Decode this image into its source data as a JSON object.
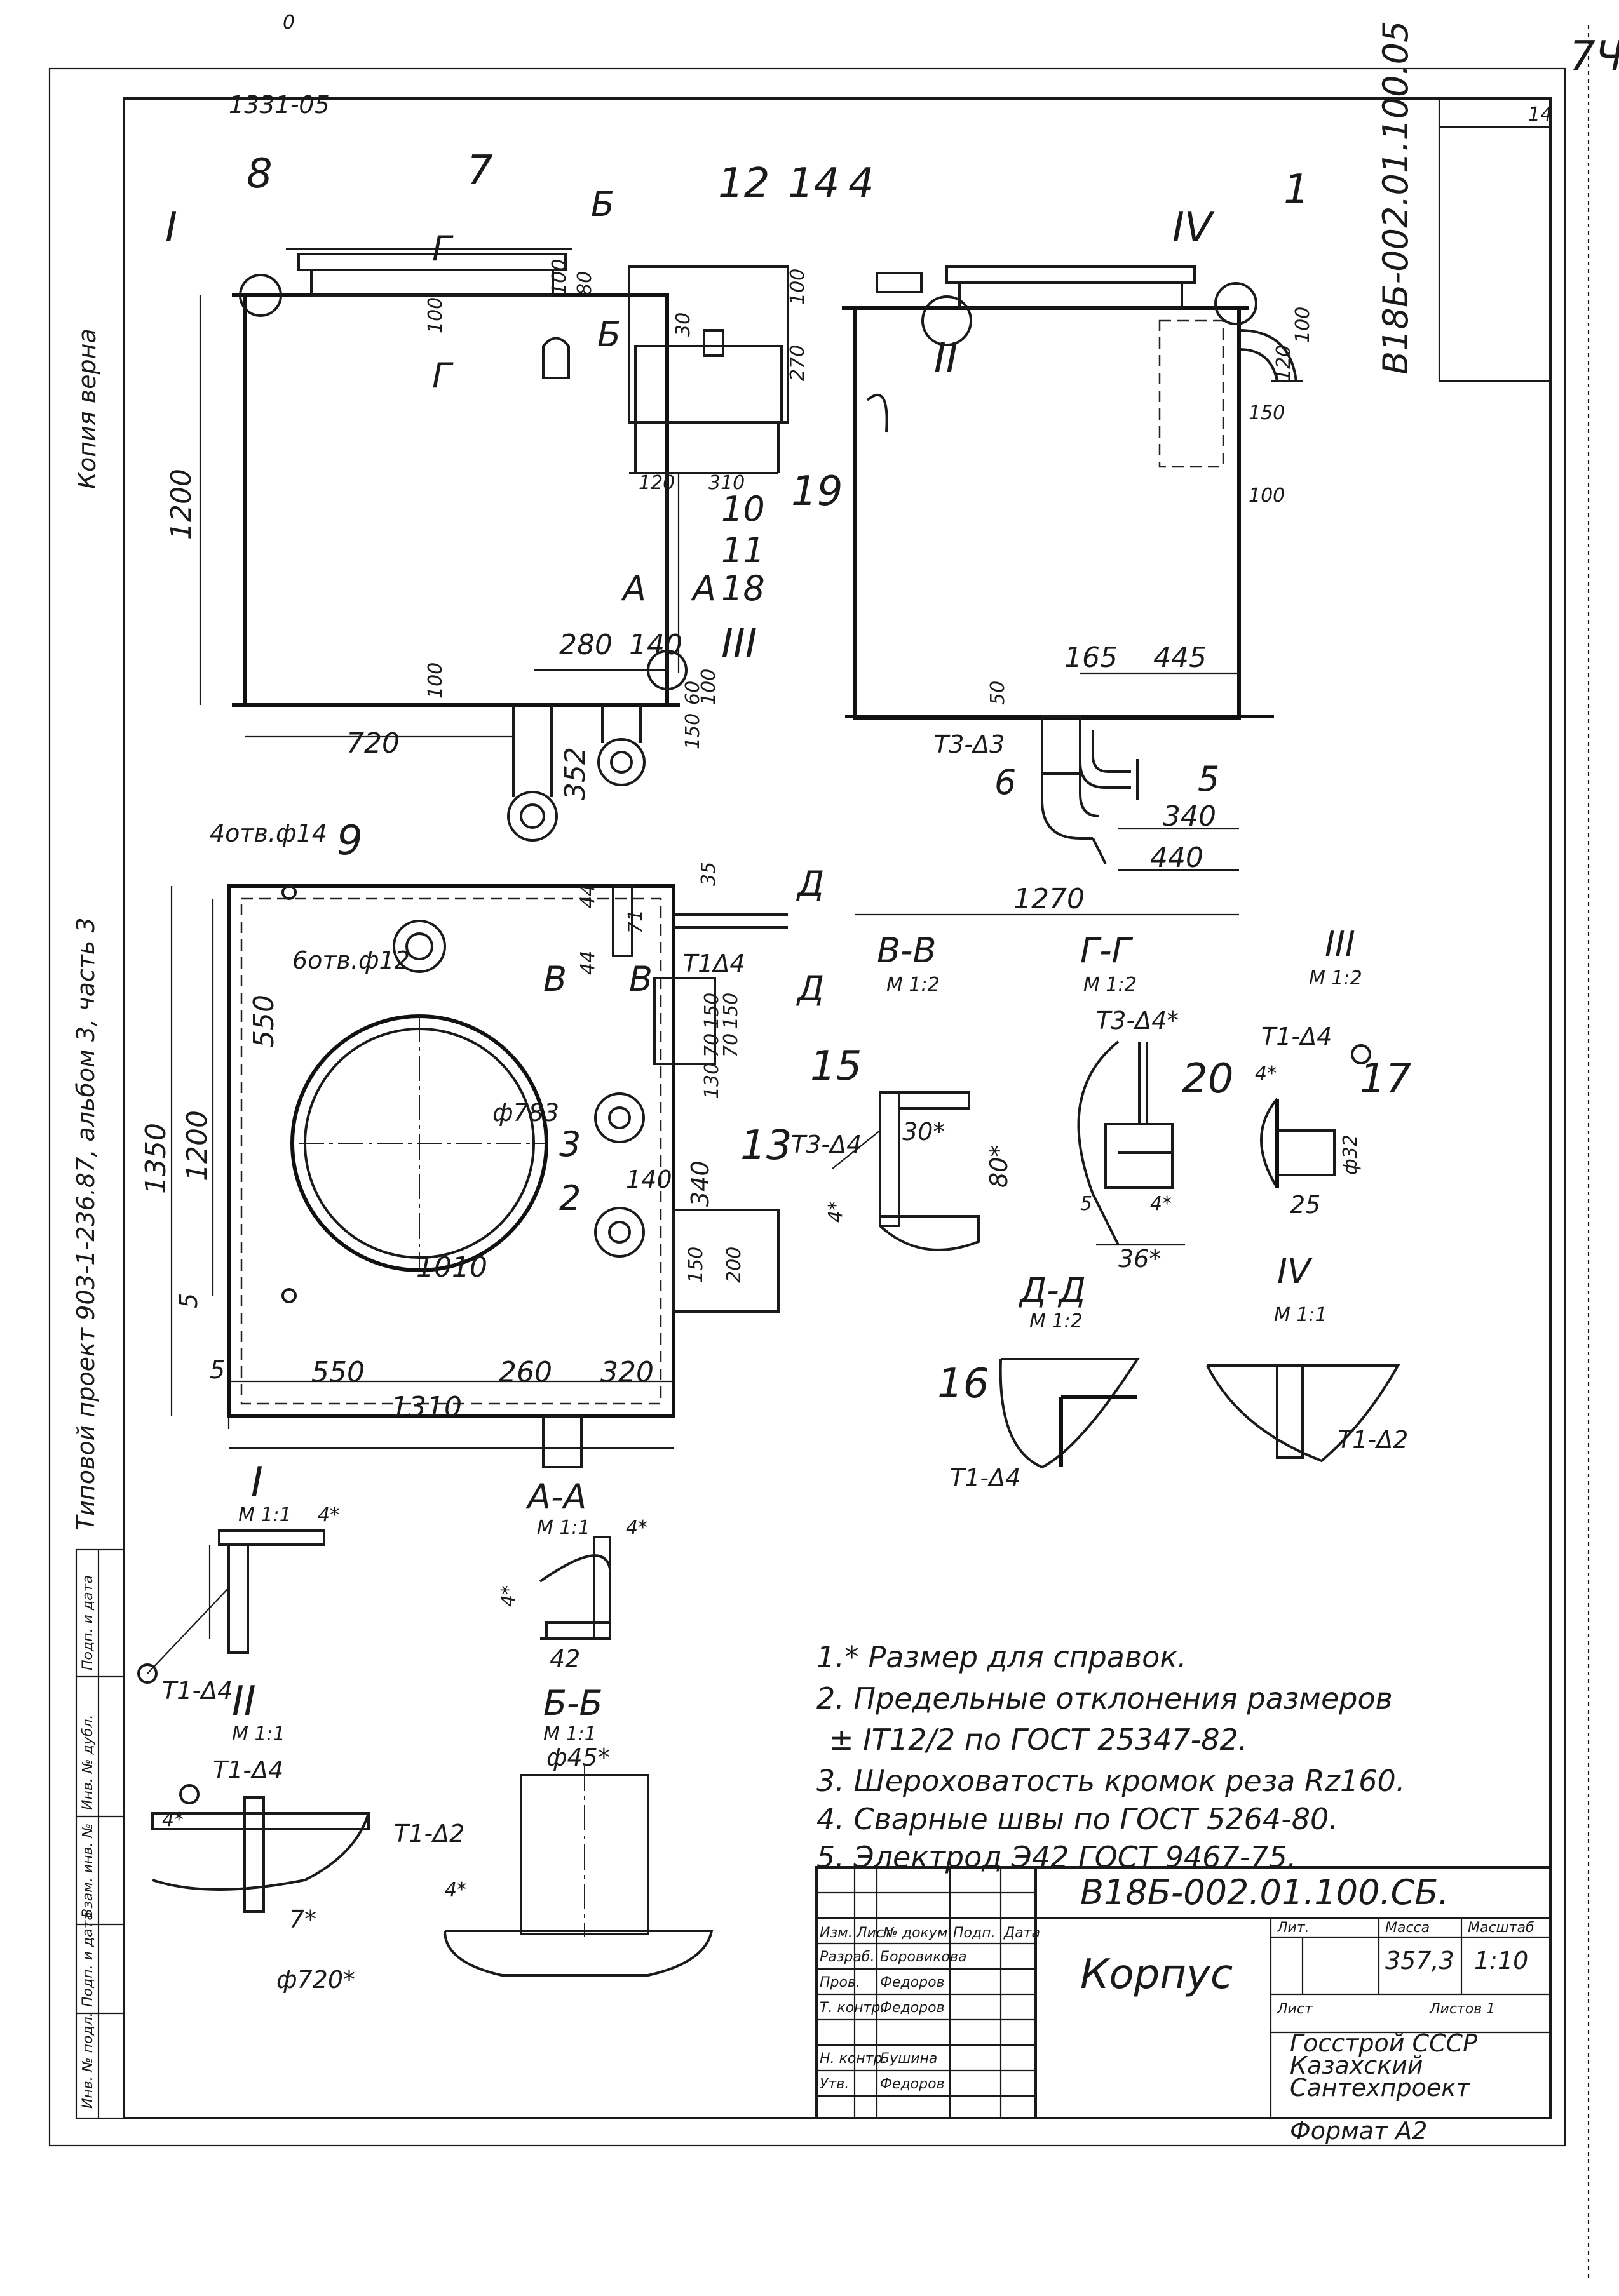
{
  "sheet": {
    "top_code": "1331-05",
    "top_right_code": "В18Б-002.01.100.05",
    "sheet_no": "14",
    "corner_mark": "7Ч",
    "top_o": "0",
    "left_vertical_top": "Копия верна",
    "left_vertical_bottom": "Типовой проект 903-1-236.87, альбом 3, часть 3",
    "left_stamp_cols": [
      "Инв. № подл.",
      "Подп. и дата",
      "Взам. инв. №",
      "Инв. № дубл.",
      "Подп. и дата"
    ]
  },
  "top_left_view": {
    "dims": [
      "1200",
      "720",
      "280",
      "140",
      "100",
      "100",
      "120",
      "310",
      "100",
      "80",
      "30",
      "270",
      "100",
      "60",
      "100",
      "150",
      "352"
    ],
    "callouts": [
      "8",
      "7",
      "12",
      "14",
      "10",
      "11",
      "18"
    ],
    "section_marks": [
      "I",
      "III",
      "Б",
      "Б",
      "Г",
      "Г",
      "А",
      "А"
    ]
  },
  "top_right_view": {
    "dims": [
      "120",
      "100",
      "150",
      "100",
      "165",
      "445",
      "50",
      "340",
      "440",
      "1270"
    ],
    "callouts": [
      "4",
      "1",
      "19",
      "5",
      "6"
    ],
    "section_marks": [
      "IV",
      "II"
    ],
    "weld": "Т3-Δ3"
  },
  "plan_view": {
    "holes_4": "4отв.ф14",
    "holes_6": "6отв.ф12",
    "diam": "ф783",
    "dims": [
      "1350",
      "1200",
      "550",
      "1010",
      "1310",
      "550",
      "260",
      "320",
      "5",
      "5",
      "140",
      "340",
      "150",
      "200",
      "35",
      "44",
      "71",
      "44",
      "130",
      "70",
      "150",
      "70",
      "150"
    ],
    "callouts": [
      "9",
      "3",
      "2",
      "13"
    ],
    "weld": "Т1Δ4",
    "section_marks": [
      "В",
      "В",
      "Д",
      "Д"
    ]
  },
  "sections": {
    "vv": {
      "title": "В-В",
      "scale": "М 1:2",
      "weld": "Т3-Δ4",
      "callout": "15",
      "dims": [
        "30*",
        "80*",
        "4*"
      ]
    },
    "gg": {
      "title": "Г-Г",
      "scale": "М 1:2",
      "weld": "Т3-Δ4*",
      "callout": "20",
      "dims": [
        "5",
        "4*",
        "36*"
      ]
    },
    "iii": {
      "title": "III",
      "scale": "М 1:2",
      "weld": "Т1-Δ4",
      "callout": "17",
      "dims": [
        "4*",
        "ф32",
        "25"
      ]
    },
    "dd": {
      "title": "Д-Д",
      "scale": "М 1:2",
      "weld": "Т1-Δ4",
      "callout": "16"
    },
    "iv": {
      "title": "IV",
      "scale": "М 1:1",
      "weld": "Т1-Δ2"
    },
    "i": {
      "title": "I",
      "scale": "М 1:1",
      "weld": "Т1-Δ4",
      "dims": [
        "4*"
      ]
    },
    "aa": {
      "title": "А-А",
      "scale": "М 1:1",
      "dims": [
        "4*",
        "4*",
        "42"
      ]
    },
    "ii": {
      "title": "II",
      "scale": "М 1:1",
      "weld": "Т1-Δ4",
      "dims": [
        "4*",
        "7*",
        "ф720*"
      ]
    },
    "bb": {
      "title": "Б-Б",
      "scale": "М 1:1",
      "weld": "Т1-Δ2",
      "dims": [
        "ф45*",
        "4*"
      ]
    }
  },
  "notes": [
    "1.* Размер для справок.",
    "2. Предельные отклонения размеров",
    "± IT12/2 по ГОСТ 25347-82.",
    "3. Шероховатость кромок реза Rz160.",
    "4. Сварные швы по ГОСТ 5264-80.",
    "5. Электрод Э42 ГОСТ 9467-75."
  ],
  "title_block": {
    "designation": "В18Б-002.01.100.СБ.",
    "name": "Корпус",
    "lit": "Лит.",
    "mass_h": "Масса",
    "scale_h": "Масштаб",
    "mass": "357,3",
    "scale": "1:10",
    "sheet_h": "Лист",
    "sheets_h": "Листов 1",
    "org": [
      "Госстрой СССР",
      "Казахский",
      "Сантехпроект"
    ],
    "format": "Формат А2",
    "head": [
      "Изм.",
      "Лист",
      "№ докум.",
      "Подп.",
      "Дата"
    ],
    "rows": [
      {
        "role": "Разраб.",
        "name": "Боровикова"
      },
      {
        "role": "Пров.",
        "name": "Федоров"
      },
      {
        "role": "Т. контр.",
        "name": "Федоров"
      },
      {
        "role": "",
        "name": ""
      },
      {
        "role": "Н. контр.",
        "name": "Бушина"
      },
      {
        "role": "Утв.",
        "name": "Федоров"
      }
    ]
  }
}
